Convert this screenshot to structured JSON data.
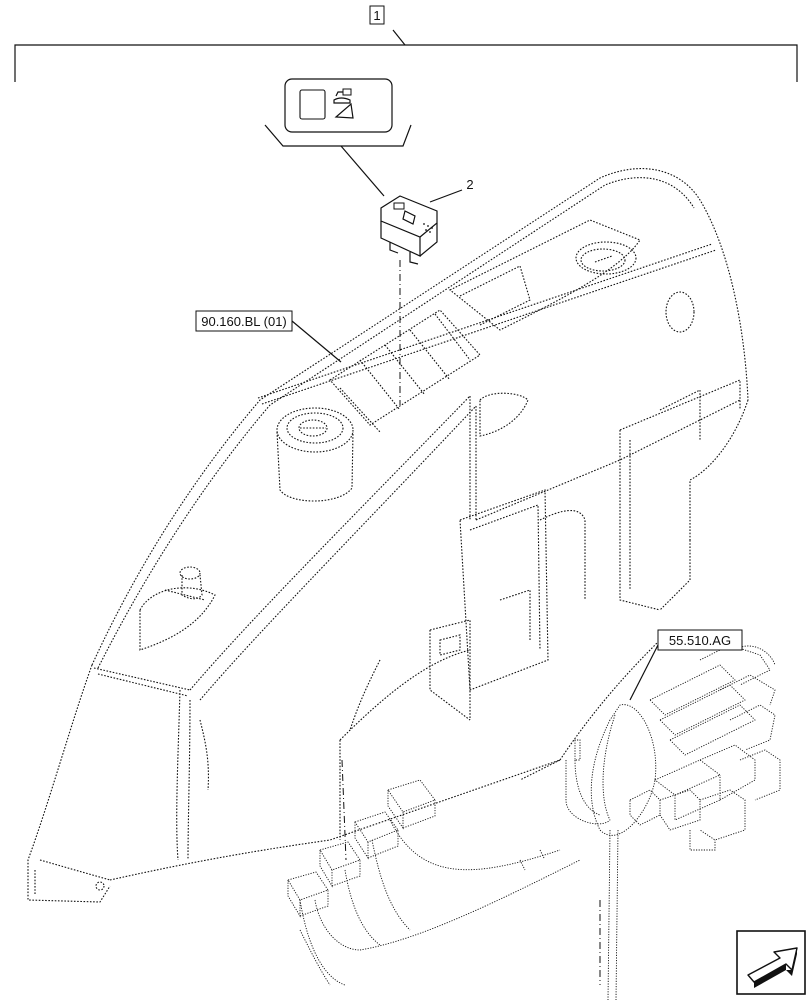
{
  "callouts": {
    "item_1": "1",
    "item_2": "2",
    "ref_console": "90.160.BL (01)",
    "ref_harness": "55.510.AG"
  },
  "icons": {
    "switch_symbol": "rocker-switch-symbol-icon",
    "navigation": "next-page-arrow-icon"
  }
}
